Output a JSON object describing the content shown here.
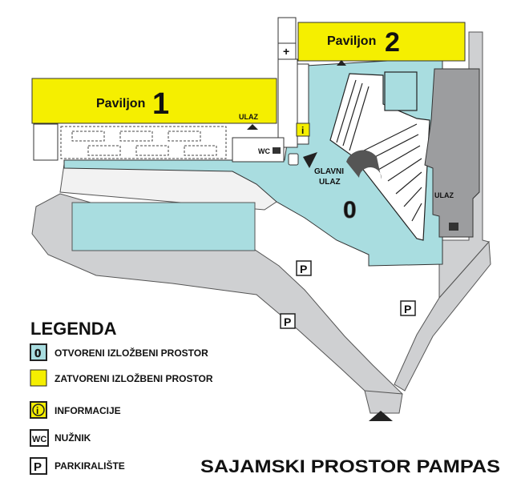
{
  "map": {
    "title": "SAJAMSKI PROSTOR PAMPAS",
    "pavilions": [
      {
        "name": "Paviljon",
        "number": "1"
      },
      {
        "name": "Paviljon",
        "number": "2"
      }
    ],
    "entrances": {
      "ulaz_1": "ULAZ",
      "ulaz_2": "ULAZ",
      "glavni_line1": "GLAVNI",
      "glavni_line2": "ULAZ"
    },
    "open_area_marker": "0",
    "map_symbols": {
      "wc": "WC",
      "info": "i",
      "plus": "+",
      "parking": "P"
    },
    "legend": {
      "title": "LEGENDA",
      "items": [
        {
          "symbol": "0",
          "label": "OTVORENI IZLOŽBENI PROSTOR"
        },
        {
          "symbol": "",
          "label": "ZATVORENI IZLOŽBENI PROSTOR"
        },
        {
          "symbol": "i",
          "label": "INFORMACIJE"
        },
        {
          "symbol": "WC",
          "label": "NUŽNIK"
        },
        {
          "symbol": "P",
          "label": "PARKIRALIŠTE"
        }
      ]
    },
    "colors": {
      "closed_space": "#f5ef00",
      "open_space": "#a9dde0",
      "roads": "#cfd0d2",
      "outline": "#222222",
      "arena": "#555555"
    }
  }
}
